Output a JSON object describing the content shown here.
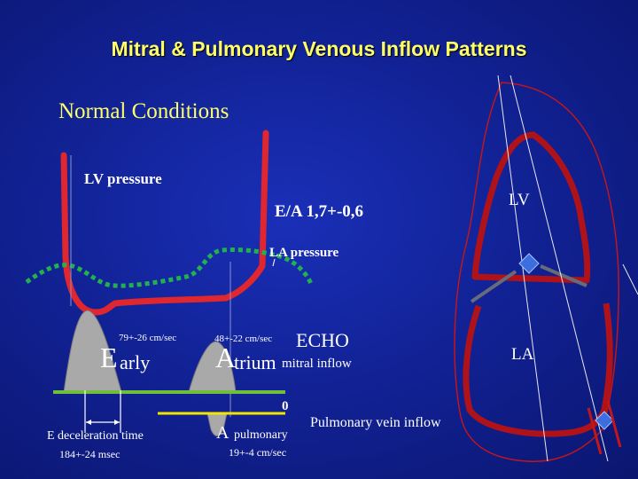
{
  "slide": {
    "title": "Mitral & Pulmonary Venous Inflow Patterns",
    "subtitle": "Normal Conditions"
  },
  "labels": {
    "lv_pressure": "LV  pressure",
    "ea_ratio": "E/A 1,7+-0,6",
    "la_pressure": "LA pressure",
    "early_cap": "E",
    "early_rest": "arly",
    "early_velocity": "79+-26 cm/sec",
    "atrium_cap": "A",
    "atrium_rest": "trium",
    "atrium_velocity": "48+-22 cm/sec",
    "echo": "ECHO",
    "mitral_inflow": "mitral  inflow",
    "zero": "0",
    "e_decel": "E deceleration time",
    "e_decel_value": "184+-24 msec",
    "a_pulm_cap": "A",
    "a_pulm_rest": "pulmonary",
    "a_pulm_value": "19+-4 cm/sec",
    "pulm_vein_inflow": "Pulmonary vein inflow",
    "lv": "LV",
    "la": "LA"
  },
  "colors": {
    "background": "#1226a6",
    "title": "#ffff66",
    "lv_curve": "#e0262e",
    "la_curve": "#22b14c",
    "wave_fill": "#a9a9a9",
    "baseline_green": "#6fbf3a",
    "baseline_yellow": "#f2e600",
    "heart_outline": "#c0161c",
    "valve": "#3b6fe0"
  }
}
